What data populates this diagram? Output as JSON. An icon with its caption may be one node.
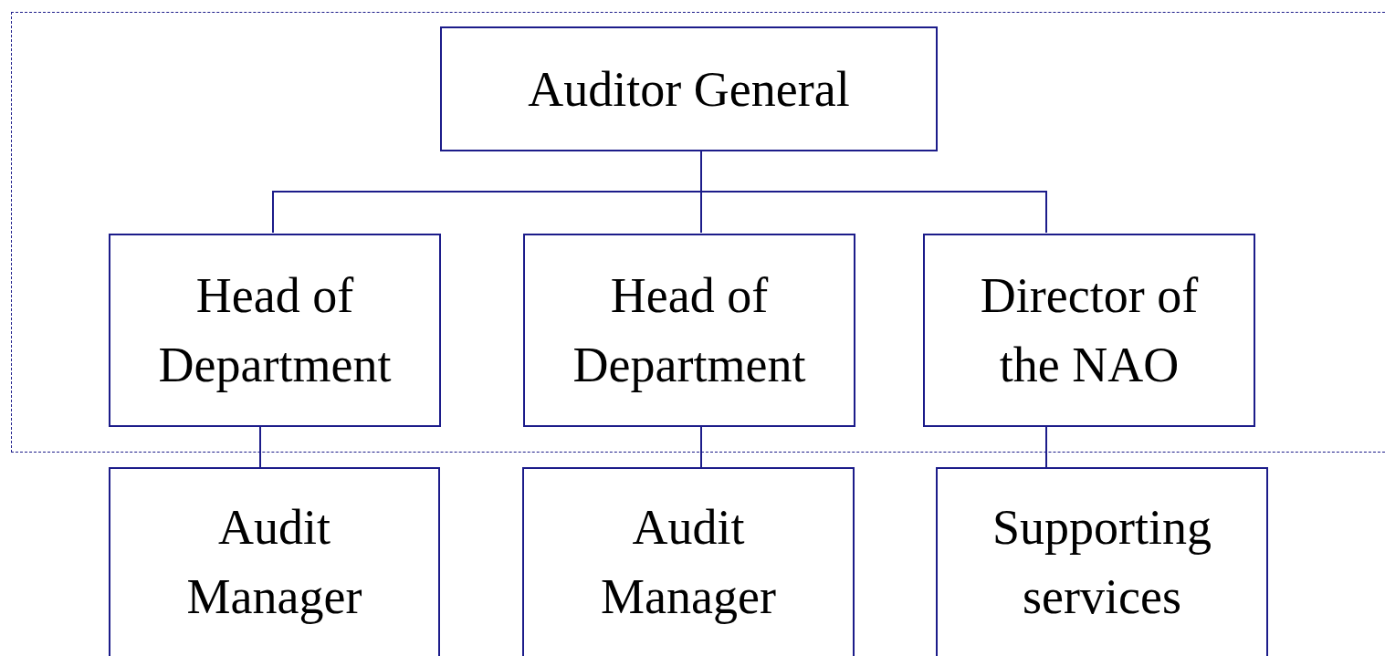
{
  "diagram": {
    "nodes": [
      {
        "text": [],
        "shape": "box"
      },
      {
        "text": [
          "Auditor General"
        ],
        "in": 0
      },
      {
        "text": [
          "Head of Department"
        ],
        "in": 0
      },
      {
        "text": [
          "Head of Department"
        ],
        "in": 0
      },
      {
        "text": [
          "Director of the NAO"
        ],
        "in": 0
      },
      {
        "text": [
          "Audit Manager"
        ]
      },
      {
        "text": [
          "Audit Manager"
        ]
      },
      {
        "text": [
          "Supporting services"
        ]
      }
    ],
    "edges": [
      {
        "from": 1,
        "to": 2,
        "arrow": "none"
      },
      {
        "from": 1,
        "to": 3,
        "arrow": "none"
      },
      {
        "from": 1,
        "to": 4,
        "arrow": "none"
      },
      {
        "from": 2,
        "to": 5,
        "arrow": "none"
      },
      {
        "from": 3,
        "to": 6,
        "arrow": "none"
      },
      {
        "from": 4,
        "to": 7,
        "arrow": "none"
      }
    ]
  }
}
